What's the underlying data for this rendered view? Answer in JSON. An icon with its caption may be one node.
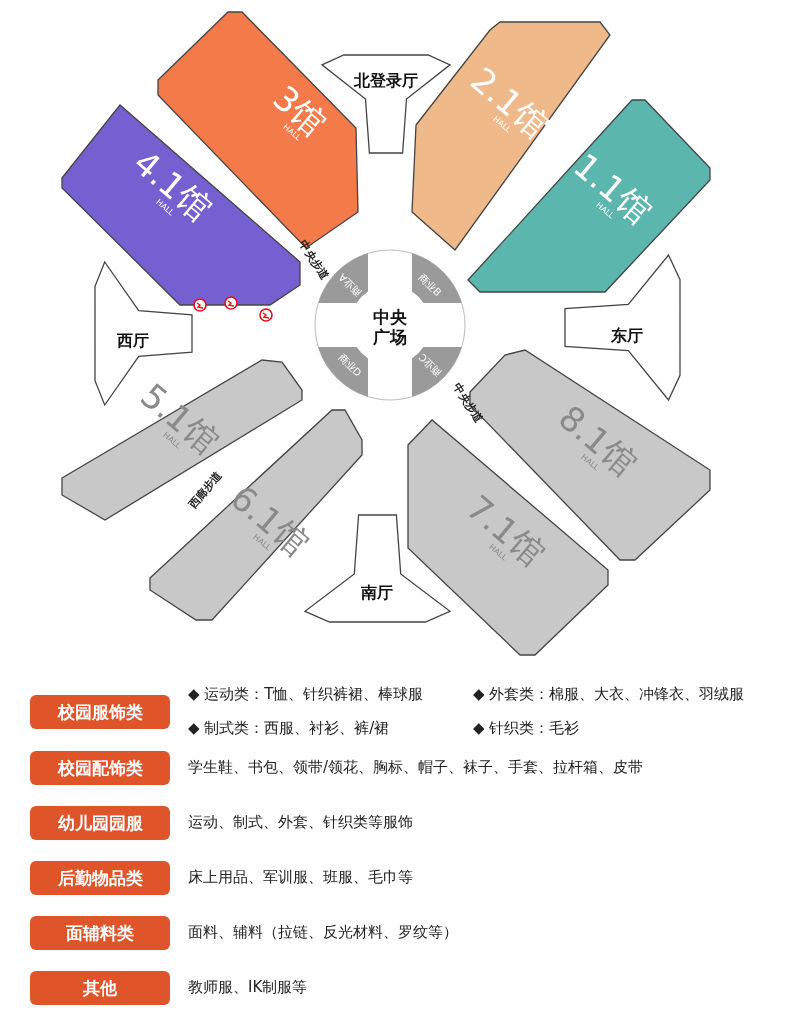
{
  "diagram": {
    "nodes": [
      {
        "text": [
          "北登录厅"
        ]
      },
      {
        "text": [
          "3馆",
          "HALL"
        ]
      },
      {
        "text": [
          "2.1馆",
          "HALL"
        ]
      },
      {
        "text": [
          "4.1馆",
          "HALL"
        ]
      },
      {
        "text": [
          "1.1馆",
          "HALL"
        ]
      },
      {
        "text": [
          "西厅"
        ]
      },
      {
        "text": [
          "中央广场"
        ]
      },
      {
        "text": [
          "商业A"
        ],
        "in": 6
      },
      {
        "text": [
          "商业B"
        ],
        "in": 6
      },
      {
        "text": [
          "东厅"
        ]
      },
      {
        "text": [
          "商业D"
        ],
        "in": 6
      },
      {
        "text": [
          "商业C"
        ],
        "in": 6
      },
      {
        "text": [
          "5.1馆",
          "HALL"
        ]
      },
      {
        "text": [
          "8.1馆",
          "HALL"
        ]
      },
      {
        "text": [
          "6.1馆",
          "HALL"
        ]
      },
      {
        "text": [
          "7.1馆",
          "HALL"
        ]
      },
      {
        "text": [
          "南厅"
        ]
      },
      {
        "text": [
          "校园服饰类"
        ],
        "beside": [
          "◆ 运动类：T恤、针织裤裙、棒球服",
          "◆ 外套类：棉服、大衣、冲锋衣、羽绒服",
          "◆ 制式类：西服、衬衫、裤/裙",
          "◆ 针织类：毛衫"
        ]
      },
      {
        "text": [
          "校园配饰类"
        ],
        "beside": [
          "学生鞋、书包、领带/领花、胸标、帽子、袜子、手套、拉杆箱、皮带"
        ]
      },
      {
        "text": [
          "幼儿园园服"
        ],
        "beside": [
          "运动、制式、外套、针织类等服饰"
        ]
      },
      {
        "text": [
          "后勤物品类"
        ],
        "beside": [
          "床上用品、军训服、班服、毛巾等"
        ]
      },
      {
        "text": [
          "面辅料类"
        ],
        "beside": [
          "面料、辅料（拉链、反光材料、罗纹等）"
        ]
      },
      {
        "text": [
          "其他"
        ],
        "beside": [
          "教师服、IK制服等"
        ]
      }
    ],
    "edges": [],
    "labels": [
      "中央步道",
      "中央步道",
      "西廊步道"
    ]
  }
}
